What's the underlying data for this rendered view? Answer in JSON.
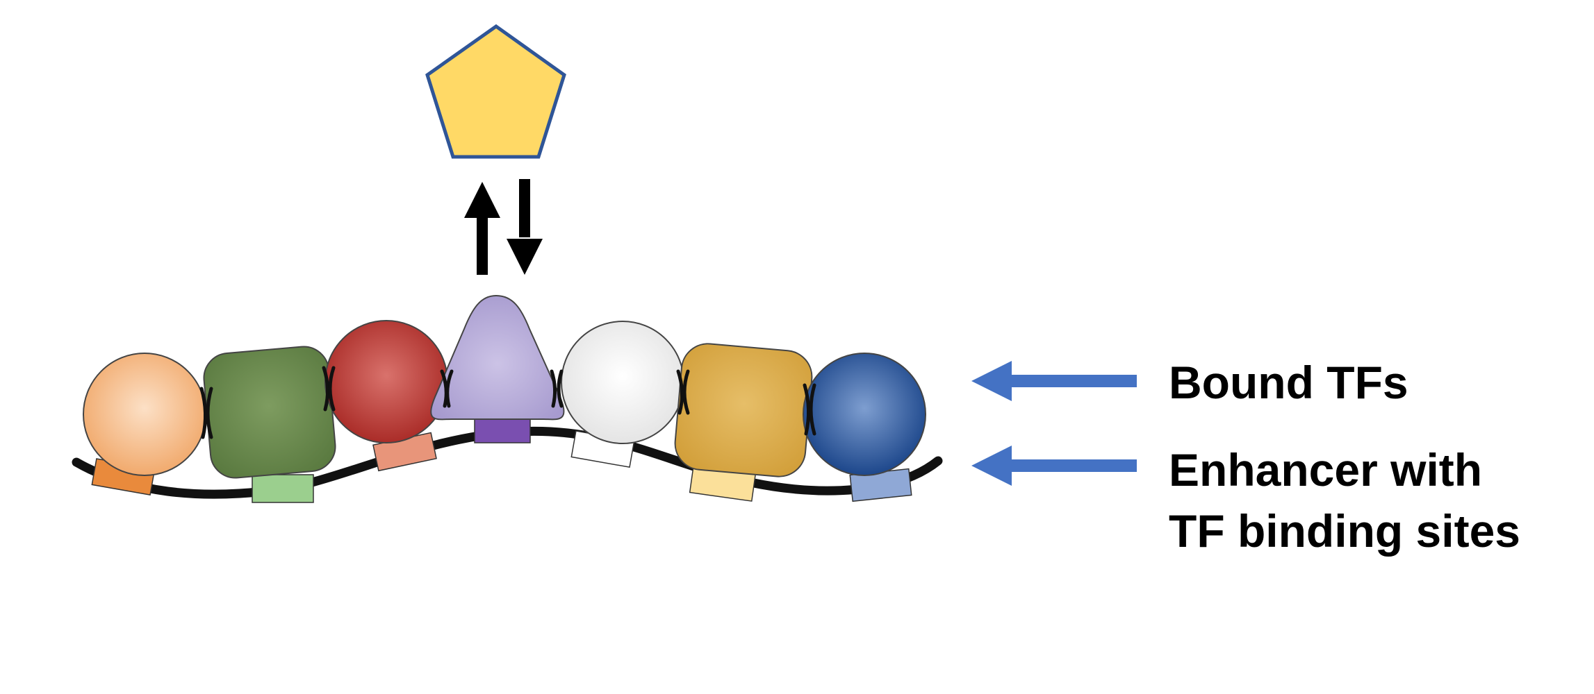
{
  "labels": {
    "bound_tfs": "Bound TFs",
    "enhancer_line1": "Enhancer with",
    "enhancer_line2": "TF binding sites"
  },
  "colors": {
    "pointer_arrow": "#4472C4",
    "pentagon_fill": "#FFD966",
    "pentagon_stroke": "#2F5597",
    "dna_strand": "#111111",
    "tf_orange": "#F4B07A",
    "tf_green": "#6A8A4E",
    "tf_red": "#B8302E",
    "tf_purple": "#B7ACD8",
    "tf_white": "#F4F4F4",
    "tf_gold": "#DDAE4E",
    "tf_blue": "#1F4F99",
    "site_orange": "#E98A3C",
    "site_green": "#9BCF8E",
    "site_salmon": "#E8957A",
    "site_purple": "#7A4FB0",
    "site_white": "#FFFFFF",
    "site_yellow": "#FBE09A",
    "site_blue": "#8FA8D6"
  }
}
